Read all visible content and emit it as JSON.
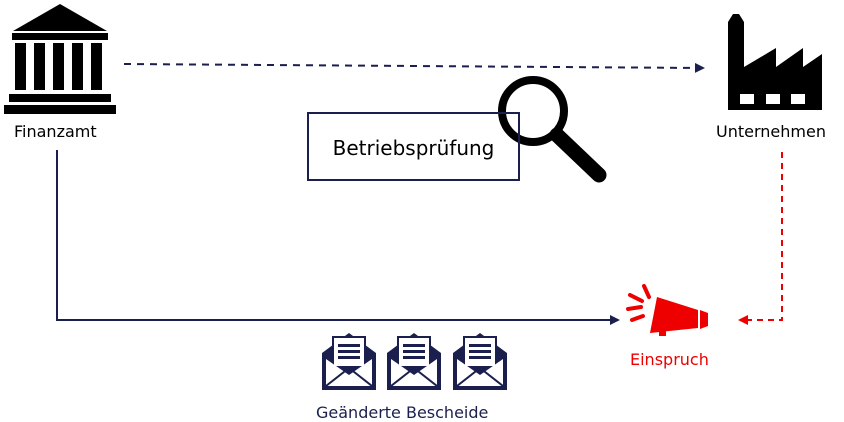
{
  "nodes": {
    "tax_office": {
      "label": "Finanzamt",
      "icon": "bank-building-icon"
    },
    "company": {
      "label": "Unternehmen",
      "icon": "factory-icon"
    },
    "audit": {
      "label": "Betriebsprüfung",
      "icon": "magnifier-icon"
    },
    "objection": {
      "label": "Einspruch",
      "icon": "megaphone-icon"
    },
    "notices": {
      "label": "Geänderte Bescheide",
      "icon": "envelope-document-icon",
      "count": 3
    }
  },
  "edges": [
    {
      "from": "tax_office",
      "to": "company",
      "style": "dashed"
    },
    {
      "from": "tax_office",
      "to": "objection",
      "style": "solid"
    },
    {
      "from": "company",
      "to": "objection",
      "style": "dashed"
    }
  ],
  "colors": {
    "navy": "#1a1f4d",
    "red": "#ee0000",
    "black": "#000000"
  }
}
